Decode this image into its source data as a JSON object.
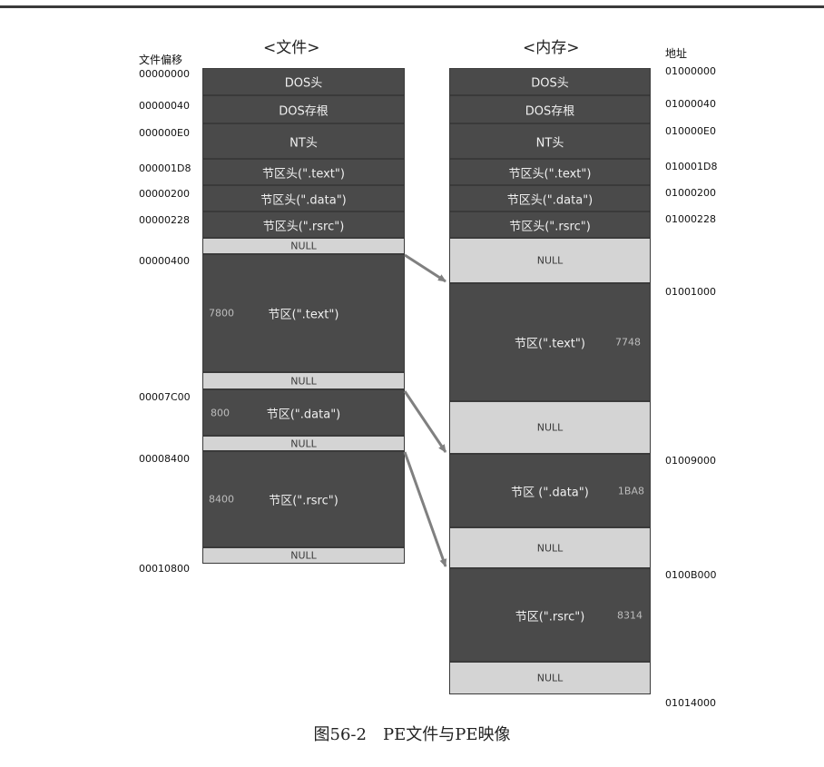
{
  "file": {
    "title": "<文件>",
    "offset_header": "文件偏移",
    "blocks": [
      {
        "label": "DOS头",
        "type": "dark"
      },
      {
        "label": "DOS存根",
        "type": "dark"
      },
      {
        "label": "NT头",
        "type": "dark"
      },
      {
        "label": "节区头(\".text\")",
        "type": "dark"
      },
      {
        "label": "节区头(\".data\")",
        "type": "dark"
      },
      {
        "label": "节区头(\".rsrc\")",
        "type": "dark"
      },
      {
        "label": "NULL",
        "type": "light"
      },
      {
        "label": "节区(\".text\")",
        "type": "dark",
        "size": "7800"
      },
      {
        "label": "NULL",
        "type": "light"
      },
      {
        "label": "节区(\".data\")",
        "type": "dark",
        "size": "800"
      },
      {
        "label": "NULL",
        "type": "light"
      },
      {
        "label": "节区(\".rsrc\")",
        "type": "dark",
        "size": "8400"
      },
      {
        "label": "NULL",
        "type": "light"
      }
    ],
    "offsets": [
      "00000000",
      "00000040",
      "000000E0",
      "000001D8",
      "00000200",
      "00000228",
      "00000400",
      "00007C00",
      "00008400",
      "00010800"
    ]
  },
  "memory": {
    "title": "<内存>",
    "address_header": "地址",
    "blocks": [
      {
        "label": "DOS头",
        "type": "dark"
      },
      {
        "label": "DOS存根",
        "type": "dark"
      },
      {
        "label": "NT头",
        "type": "dark"
      },
      {
        "label": "节区头(\".text\")",
        "type": "dark"
      },
      {
        "label": "节区头(\".data\")",
        "type": "dark"
      },
      {
        "label": "节区头(\".rsrc\")",
        "type": "dark"
      },
      {
        "label": "NULL",
        "type": "light"
      },
      {
        "label": "节区(\".text\")",
        "type": "dark",
        "size": "7748"
      },
      {
        "label": "NULL",
        "type": "light"
      },
      {
        "label": "节区 (\".data\")",
        "type": "dark",
        "size": "1BA8"
      },
      {
        "label": "NULL",
        "type": "light"
      },
      {
        "label": "节区(\".rsrc\")",
        "type": "dark",
        "size": "8314"
      },
      {
        "label": "NULL",
        "type": "light"
      }
    ],
    "addresses": [
      "01000000",
      "01000040",
      "010000E0",
      "010001D8",
      "01000200",
      "01000228",
      "01001000",
      "01009000",
      "0100B000",
      "01014000"
    ]
  },
  "caption": "图56-2　PE文件与PE映像",
  "colors": {
    "dark": "#4a4a4a",
    "light": "#d4d4d4",
    "arrow": "#808080"
  }
}
